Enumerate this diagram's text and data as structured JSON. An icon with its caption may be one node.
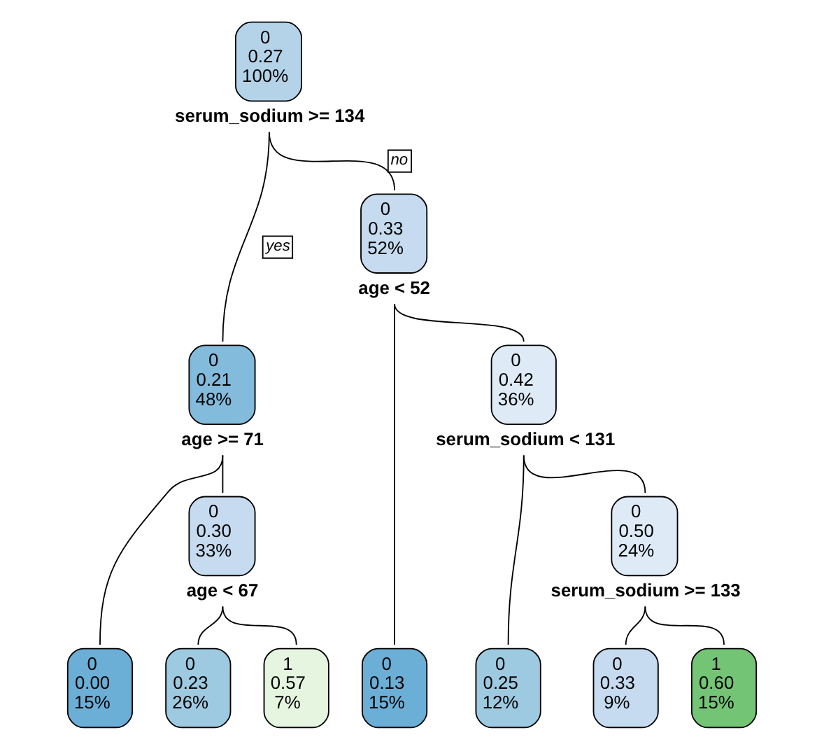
{
  "diagram": {
    "nodes": [
      {
        "text": [
          "0",
          "0.27",
          "100%"
        ],
        "beside": [
          "serum_sodium >= 134"
        ]
      },
      {
        "text": [
          "0",
          "0.21",
          "48%"
        ],
        "beside": [
          "age >= 71"
        ]
      },
      {
        "text": [
          "0",
          "0.33",
          "52%"
        ],
        "beside": [
          "age < 52"
        ]
      },
      {
        "text": [
          "0",
          "0.30",
          "33%"
        ],
        "beside": [
          "age < 67"
        ]
      },
      {
        "text": [
          "0",
          "0.42",
          "36%"
        ],
        "beside": [
          "serum_sodium < 131"
        ]
      },
      {
        "text": [
          "0",
          "0.50",
          "24%"
        ],
        "beside": [
          "serum_sodium >= 133"
        ]
      },
      {
        "text": [
          "0",
          "0.00",
          "15%"
        ]
      },
      {
        "text": [
          "0",
          "0.23",
          "26%"
        ]
      },
      {
        "text": [
          "1",
          "0.57",
          "7%"
        ]
      },
      {
        "text": [
          "0",
          "0.13",
          "15%"
        ]
      },
      {
        "text": [
          "0",
          "0.25",
          "12%"
        ]
      },
      {
        "text": [
          "0",
          "0.33",
          "9%"
        ]
      },
      {
        "text": [
          "1",
          "0.60",
          "15%"
        ]
      }
    ],
    "edges": [
      {
        "from": 0,
        "to": 1,
        "arrow": "none",
        "label": "yes"
      },
      {
        "from": 0,
        "to": 2,
        "arrow": "none",
        "label": "no"
      },
      {
        "from": 1,
        "to": 6,
        "arrow": "none"
      },
      {
        "from": 1,
        "to": 3,
        "arrow": "none"
      },
      {
        "from": 3,
        "to": 7,
        "arrow": "none"
      },
      {
        "from": 3,
        "to": 8,
        "arrow": "none"
      },
      {
        "from": 2,
        "to": 9,
        "arrow": "none"
      },
      {
        "from": 2,
        "to": 4,
        "arrow": "none"
      },
      {
        "from": 4,
        "to": 10,
        "arrow": "none"
      },
      {
        "from": 4,
        "to": 5,
        "arrow": "none"
      },
      {
        "from": 5,
        "to": 11,
        "arrow": "none"
      },
      {
        "from": 5,
        "to": 12,
        "arrow": "none"
      }
    ]
  }
}
